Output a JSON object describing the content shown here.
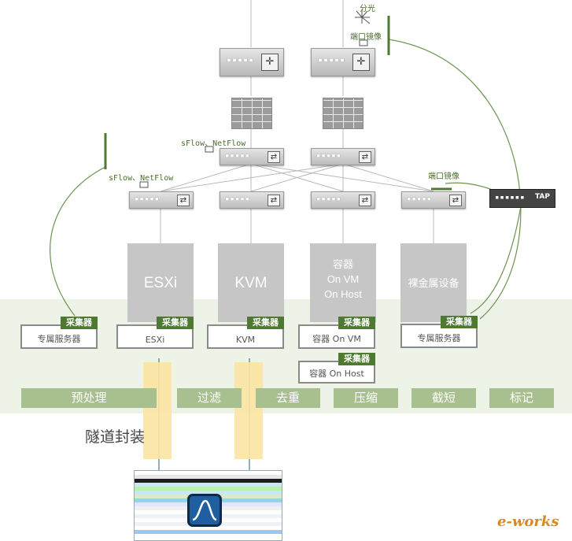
{
  "labels": {
    "split": "分光",
    "port_mirror_top": "端口镜像",
    "sflow_core": "sFlow、NetFlow",
    "sflow_access": "sFlow、NetFlow",
    "port_mirror_access": "端口镜像",
    "tap": "TAP",
    "tunnel": "隧道封装"
  },
  "servers": [
    {
      "id": "esxi",
      "name": "ESXi"
    },
    {
      "id": "kvm",
      "name": "KVM"
    },
    {
      "id": "vm",
      "name": "容器\nOn VM\nOn Host"
    },
    {
      "id": "bare",
      "name": "裸金属设备"
    }
  ],
  "collectors": [
    {
      "tag": "采集器",
      "label": "专属服务器"
    },
    {
      "tag": "采集器",
      "label": "ESXi"
    },
    {
      "tag": "采集器",
      "label": "KVM"
    },
    {
      "tag": "采集器",
      "label": "容器 On VM"
    },
    {
      "tag": "采集器",
      "label": "容器 On Host"
    },
    {
      "tag": "采集器",
      "label": "专属服务器"
    }
  ],
  "stages": [
    "预处理",
    "过滤",
    "去重",
    "压缩",
    "截短",
    "标记"
  ],
  "logo": "e-works",
  "colors": {
    "accent_green": "#4d7a30",
    "stage_green": "#a8c08f",
    "band": "#eef3e8",
    "highlight": "#fbe4a2"
  }
}
